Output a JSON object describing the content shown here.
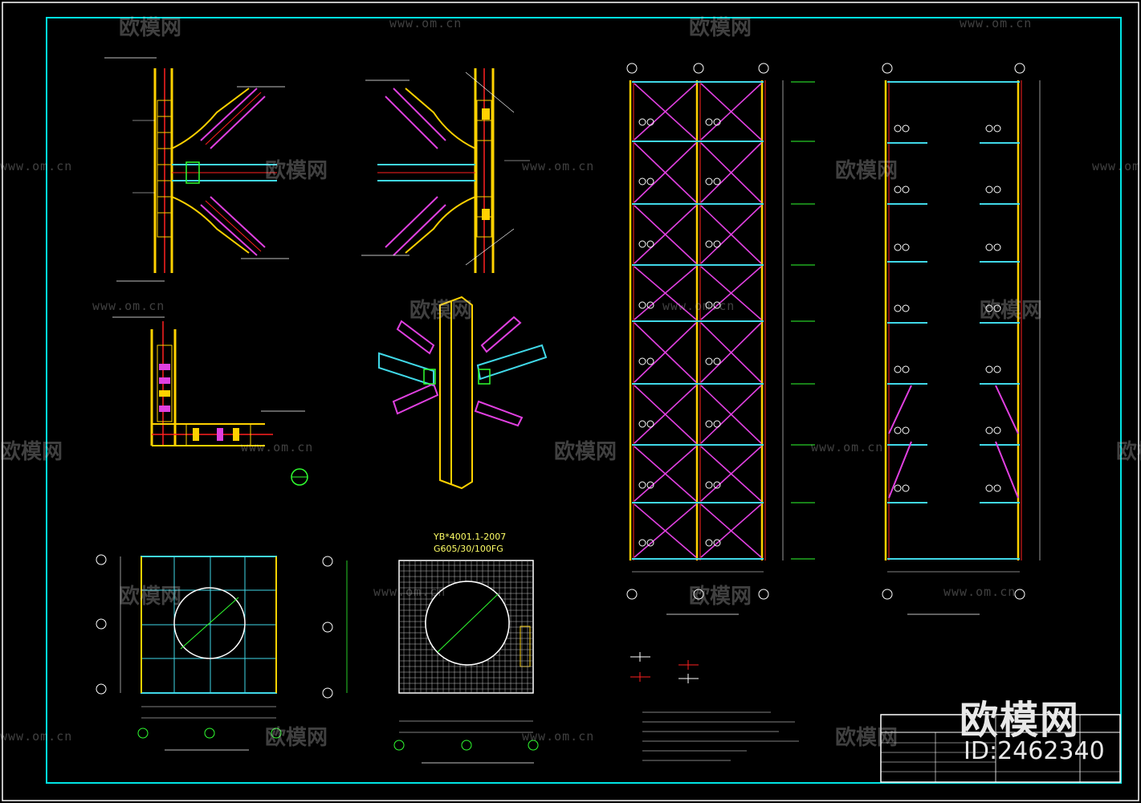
{
  "watermarks": {
    "brand_cn": "欧模网",
    "site": "www.om.cn",
    "site_short": "www.om.cn"
  },
  "branding": {
    "logo": "欧模网",
    "id_text": "ID:2462340"
  },
  "plan_right": {
    "spec_line1": "YB*4001.1-2007",
    "spec_line2": "G605/30/100FG"
  },
  "colors": {
    "frame": "#00e5e5",
    "column": "#ffd200",
    "brace": "#e040e0",
    "beam": "#40d8e8",
    "red": "#ff2020",
    "green": "#30ff30",
    "white": "#ffffff"
  }
}
